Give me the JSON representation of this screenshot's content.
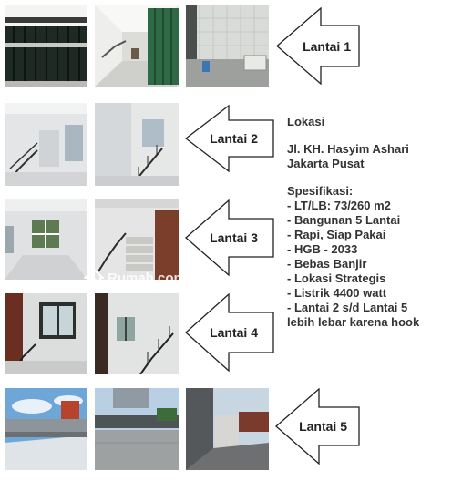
{
  "floors": [
    {
      "label": "Lantai 1"
    },
    {
      "label": "Lantai 2"
    },
    {
      "label": "Lantai 3"
    },
    {
      "label": "Lantai 4"
    },
    {
      "label": "Lantai 5"
    }
  ],
  "info": {
    "heading": "Lokasi",
    "address_line1": "Jl. KH. Hasyim Ashari",
    "address_line2": "Jakarta Pusat",
    "spec_heading": "Spesifikasi:",
    "specs": [
      "- LT/LB: 73/260 m2",
      "- Bangunan 5 Lantai",
      "- Rapi, Siap Pakai",
      "- HGB - 2033",
      "- Bebas Banjir",
      "- Lokasi Strategis",
      "- Listrik 4400 watt",
      "- Lantai 2 s/d Lantai 5",
      "lebih lebar karena hook"
    ]
  },
  "watermark": {
    "text": "Rumah.com"
  },
  "colors": {
    "arrow_stroke": "#222222",
    "arrow_fill": "#ffffff"
  }
}
